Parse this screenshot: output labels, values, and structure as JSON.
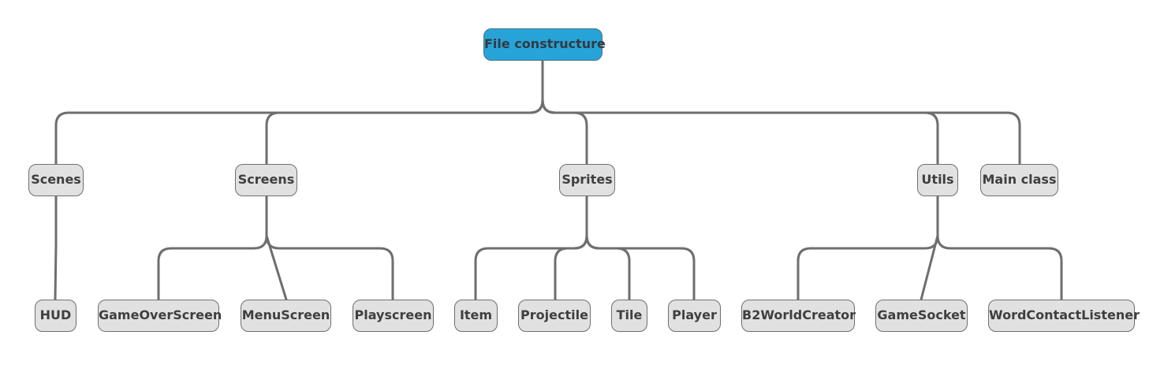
{
  "colors": {
    "root_fill": "#26a4d8",
    "node_fill": "#e1e1e1",
    "node_border": "#6f6f6f",
    "connector": "#6e6e6e",
    "text": "#3f3f3f"
  },
  "root": {
    "label": "File constructure",
    "children": [
      {
        "label": "Scenes",
        "children": [
          {
            "label": "HUD"
          }
        ]
      },
      {
        "label": "Screens",
        "children": [
          {
            "label": "GameOverScreen"
          },
          {
            "label": "MenuScreen"
          },
          {
            "label": "Playscreen"
          }
        ]
      },
      {
        "label": "Sprites",
        "children": [
          {
            "label": "Item"
          },
          {
            "label": "Projectile"
          },
          {
            "label": "Tile"
          },
          {
            "label": "Player"
          }
        ]
      },
      {
        "label": "Utils",
        "children": [
          {
            "label": "B2WorldCreator"
          },
          {
            "label": "GameSocket"
          },
          {
            "label": "WordContactListener"
          }
        ]
      },
      {
        "label": "Main class"
      }
    ]
  }
}
